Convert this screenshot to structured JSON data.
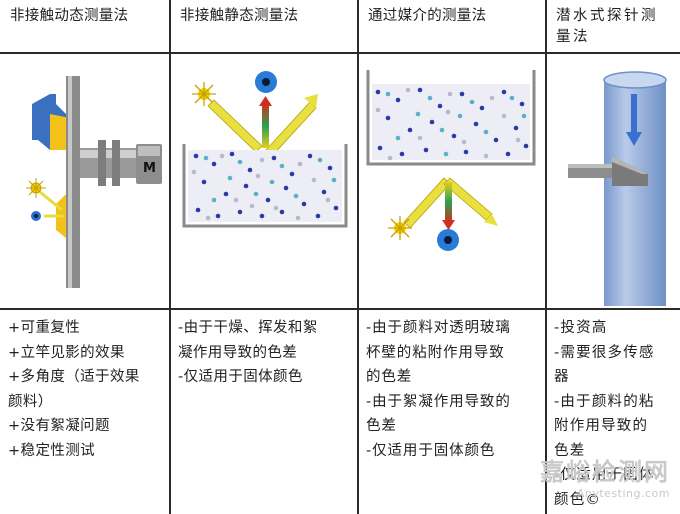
{
  "headers": {
    "col1": "非接触动态测量法",
    "col2": "非接触静态测量法",
    "col3": "通过媒介的测量法",
    "col4_line1": "潜水式探针测",
    "col4_line2": "量法"
  },
  "col1_lines": [
    "+可重复性",
    "+立竿见影的效果",
    "+多角度（适于效果",
    "颜料）",
    "+没有絮凝问题",
    "+稳定性测试"
  ],
  "col2_lines": [
    "-由于干燥、挥发和絮",
    "凝作用导致的色差",
    "-仅适用于固体颜色"
  ],
  "col3_lines": [
    "-由于颜料对透明玻璃",
    "杯壁的粘附作用导致",
    "的色差",
    "-由于絮凝作用导致的",
    "色差",
    "-仅适用于固体颜色"
  ],
  "col4_lines": [
    "-投资高",
    "-需要很多传感",
    "器",
    "-由于颜料的粘",
    "附作用导致的",
    "色差",
    "-仅适用于固体",
    "颜色©"
  ],
  "motor_label": "M",
  "watermark": {
    "line1": "嘉峪检测网",
    "line2": "Anytesting.com"
  },
  "colors": {
    "probe_blue": "#8aa8d8",
    "arrow_yellow": "#e8e040",
    "plate_gray": "#9a9a9a",
    "accent_yellow": "#f0c020",
    "accent_blue": "#3a7ac8"
  }
}
